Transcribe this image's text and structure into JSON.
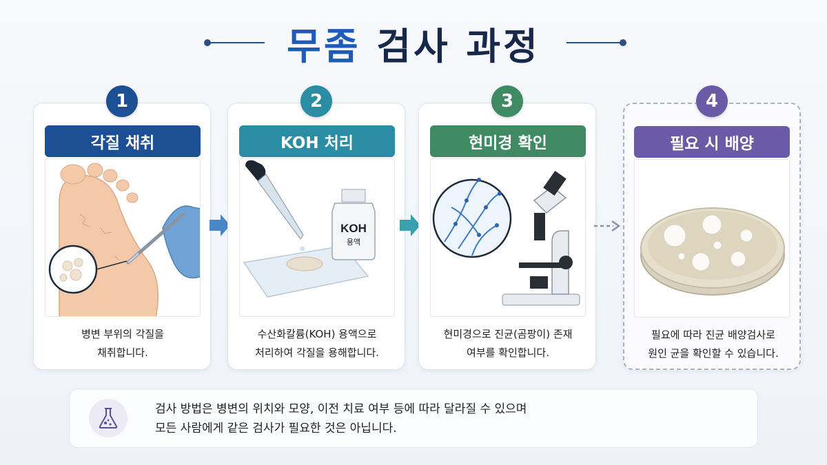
{
  "title": {
    "main": "무좀",
    "rest": "검사 과정"
  },
  "colors": {
    "title_accent": "#1f5bb8",
    "step1": "#1d4f94",
    "step2": "#2b8da3",
    "step3": "#3f8a63",
    "step4": "#6b5aa6",
    "arrow1": "#4a86c7",
    "arrow2": "#3aa0ad",
    "arrow3": "#8c95a8"
  },
  "steps": [
    {
      "number": "1",
      "title": "각질 채취",
      "desc_line1": "병변 부위의 각질을",
      "desc_line2": "채취합니다.",
      "illustration": "foot-scraping-icon"
    },
    {
      "number": "2",
      "title": "KOH 처리",
      "desc_line1": "수산화칼륨(KOH) 용액으로",
      "desc_line2": "처리하여 각질을 용해합니다.",
      "illustration": "dropper-slide-icon",
      "bottle_label_1": "KOH",
      "bottle_label_2": "용액"
    },
    {
      "number": "3",
      "title": "현미경 확인",
      "desc_line1": "현미경으로 진균(곰팡이) 존재",
      "desc_line2": "여부를 확인합니다.",
      "illustration": "microscope-icon"
    },
    {
      "number": "4",
      "title": "필요 시 배양",
      "desc_line1": "필요에 따라 진균 배양검사로",
      "desc_line2": "원인 균을 확인할 수 있습니다.",
      "illustration": "petri-dish-icon"
    }
  ],
  "note": {
    "line1": "검사 방법은 병변의 위치와 모양, 이전 치료 여부 등에 따라 달라질 수 있으며",
    "line2": "모든 사람에게 같은 검사가 필요한 것은 아닙니다.",
    "icon": "flask-icon"
  }
}
